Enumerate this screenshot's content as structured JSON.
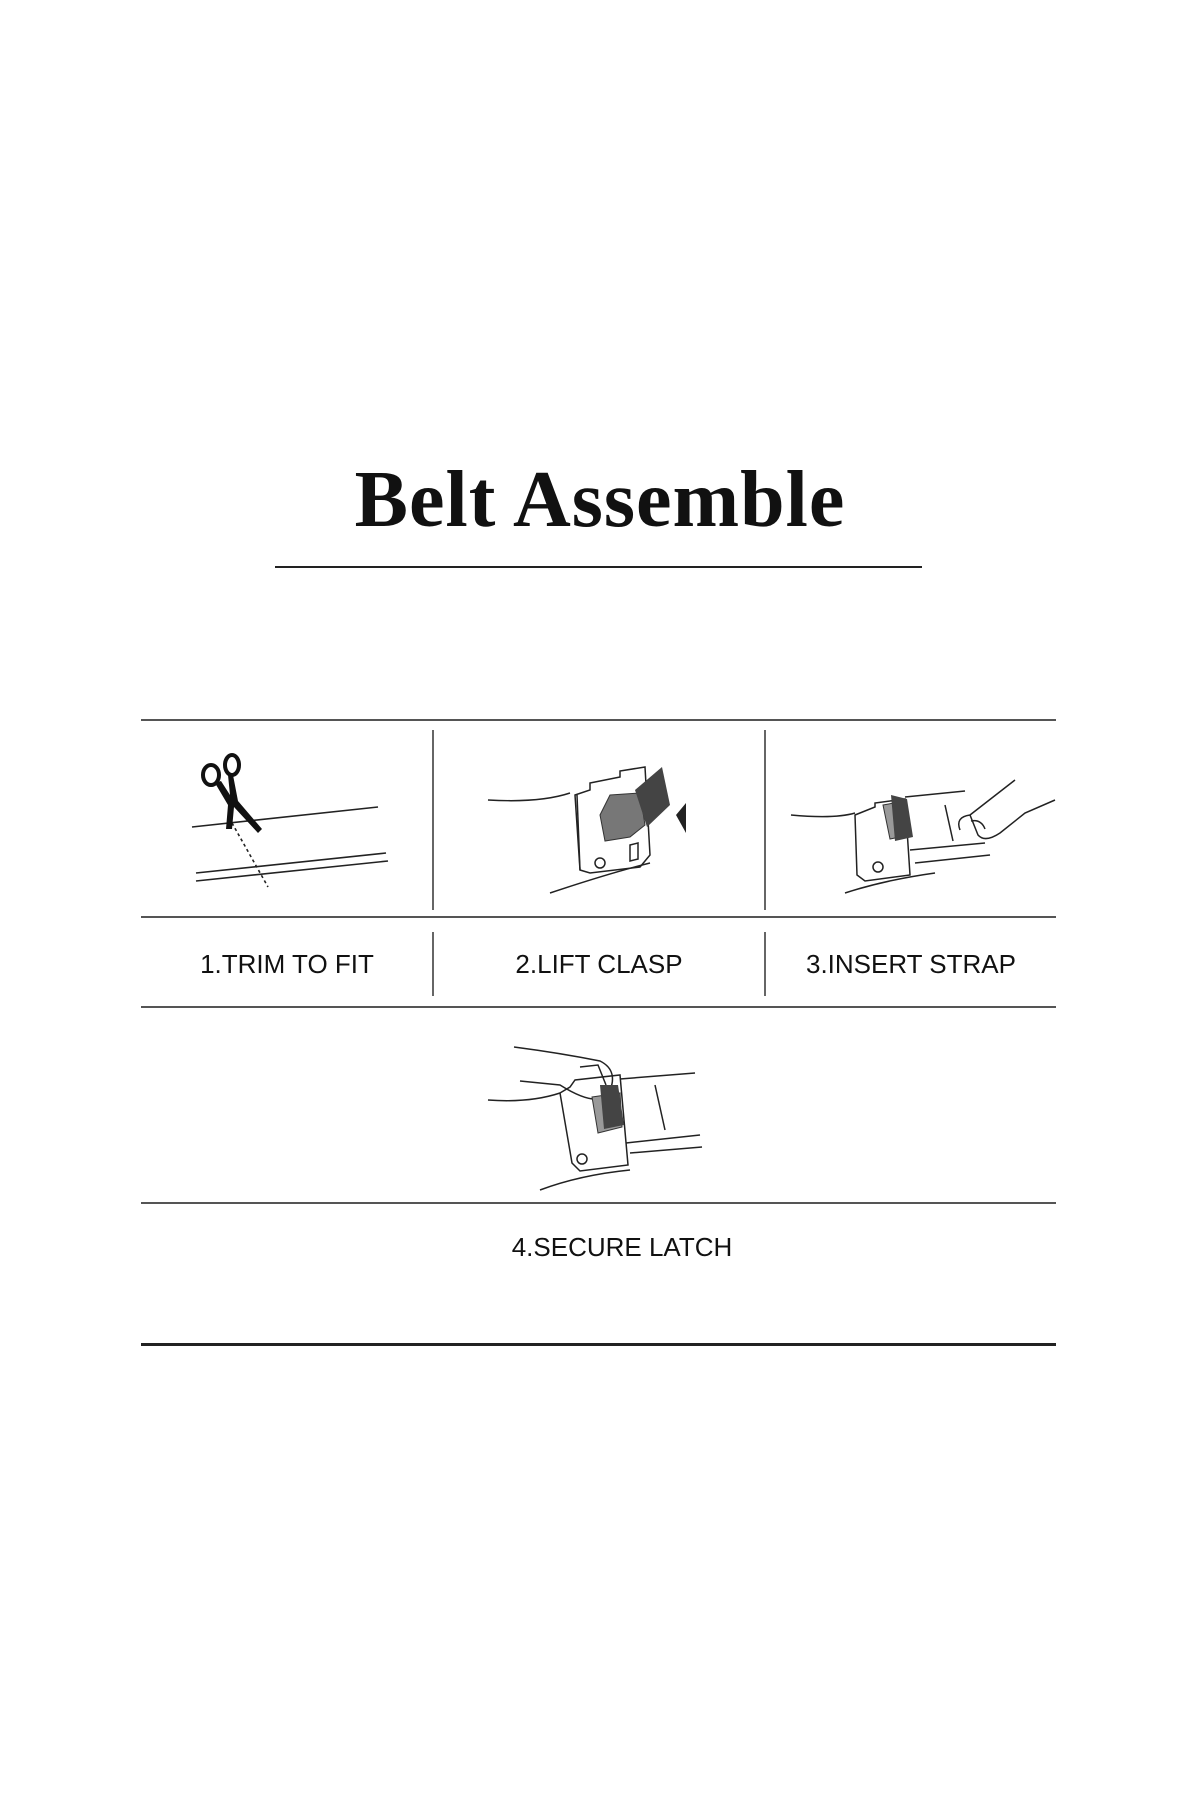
{
  "title": "Belt Assemble",
  "steps": [
    {
      "label": "1.TRIM TO FIT",
      "icon": "scissors-trim-icon"
    },
    {
      "label": "2.LIFT CLASP",
      "icon": "lift-clasp-icon"
    },
    {
      "label": "3.INSERT STRAP",
      "icon": "insert-strap-icon"
    },
    {
      "label": "4.SECURE LATCH",
      "icon": "secure-latch-icon"
    }
  ]
}
